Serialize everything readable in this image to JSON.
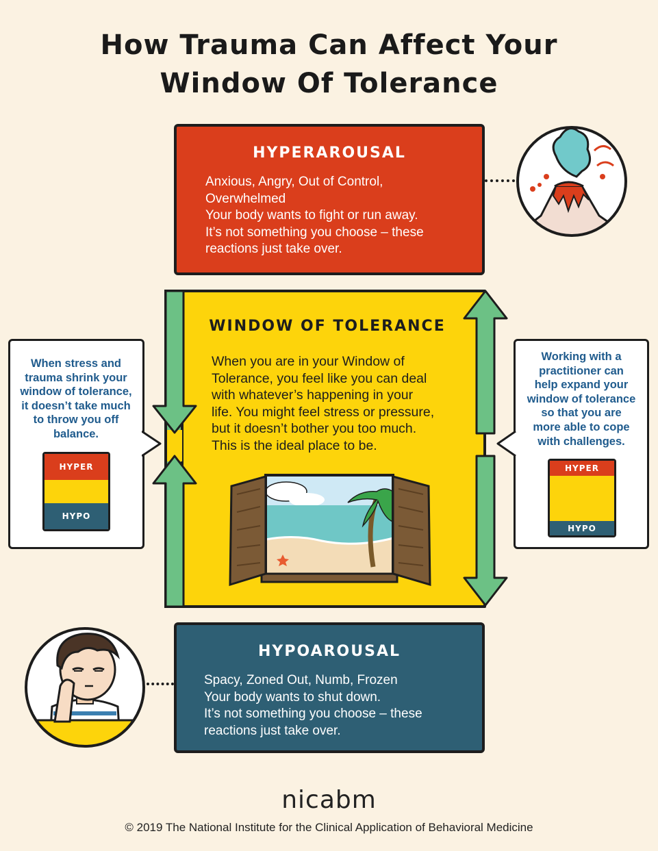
{
  "title": {
    "line1": "How Trauma Can Affect Your",
    "line2": "Window Of Tolerance"
  },
  "hyperarousal": {
    "heading": "HYPERAROUSAL",
    "lines": [
      "Anxious, Angry, Out of Control,",
      "Overwhelmed",
      "Your body wants to fight or run away.",
      "It’s not something you choose – these",
      "reactions just take over."
    ]
  },
  "window": {
    "heading": "WINDOW OF TOLERANCE",
    "lines": [
      "When you are in your Window of",
      "Tolerance, you feel like you can deal",
      "with whatever’s happening in your",
      "life.  You might feel stress or pressure,",
      "but it doesn’t bother you too much.",
      "This is the ideal place to be."
    ]
  },
  "hypoarousal": {
    "heading": "HYPOAROUSAL",
    "lines": [
      "Spacy, Zoned Out, Numb, Frozen",
      "Your body wants to shut down.",
      "It’s not something you choose – these",
      "reactions just take over."
    ]
  },
  "left_note": {
    "lines": [
      "When stress and",
      "trauma shrink your",
      "window of tolerance,",
      "it doesn’t take much",
      "to throw you off",
      "balance."
    ],
    "bar": {
      "hyper": "HYPER",
      "hypo": "HYPO"
    }
  },
  "right_note": {
    "lines": [
      "Working with a",
      "practitioner can",
      "help expand your",
      "window of tolerance",
      "so that you are",
      "more able to cope",
      "with challenges."
    ],
    "bar": {
      "hyper": "HYPER",
      "hypo": "HYPO"
    }
  },
  "footer": {
    "brand": "nicabm",
    "copyright": "©  2019  The National Institute for the Clinical Application of Behavioral Medicine"
  },
  "colors": {
    "background": "#fbf2e2",
    "hyper": "#da3e1c",
    "window": "#fdd40b",
    "hypo": "#2e5f74",
    "arrow": "#6cc185",
    "note_text": "#1f5b8d"
  },
  "icons": {
    "volcano": "volcano-icon",
    "window_scene": "open-window-beach-icon",
    "bored_person": "bored-person-icon"
  }
}
